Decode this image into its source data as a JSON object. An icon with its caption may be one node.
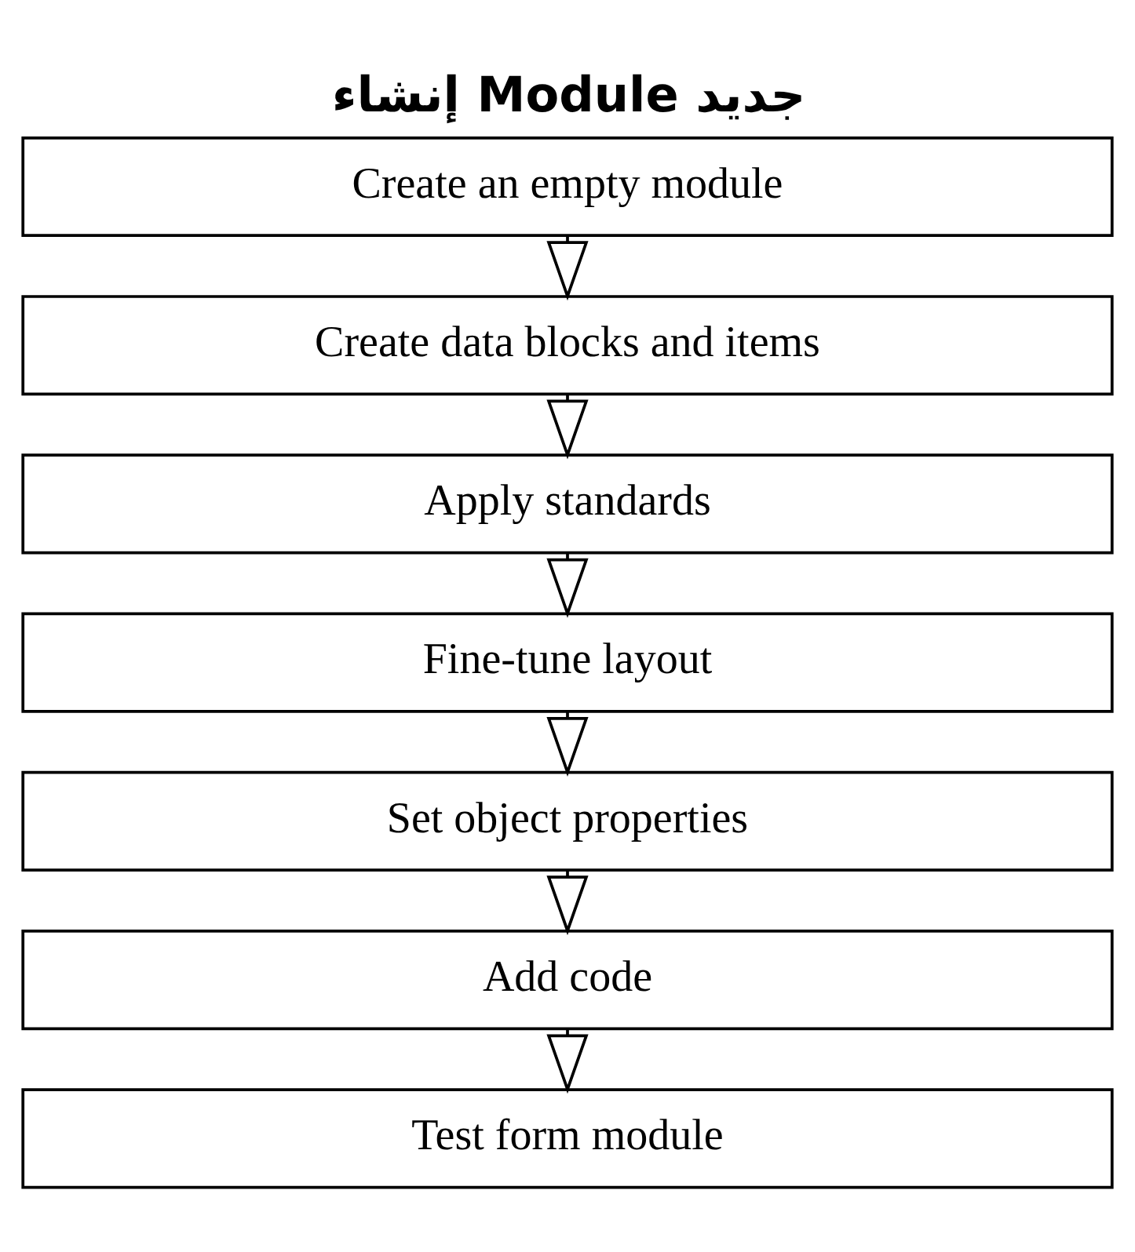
{
  "diagram": {
    "title": "إنشاء Module جديد",
    "nodes": [
      {
        "text": [
          "Create an empty module"
        ]
      },
      {
        "text": [
          "Create data blocks and items"
        ]
      },
      {
        "text": [
          "Apply standards"
        ]
      },
      {
        "text": [
          "Fine-tune layout"
        ]
      },
      {
        "text": [
          "Set object properties"
        ]
      },
      {
        "text": [
          "Add code"
        ]
      },
      {
        "text": [
          "Test form module"
        ]
      }
    ],
    "edges": [
      {
        "from": 0,
        "to": 1,
        "arrow": "to"
      },
      {
        "from": 1,
        "to": 2,
        "arrow": "to"
      },
      {
        "from": 2,
        "to": 3,
        "arrow": "to"
      },
      {
        "from": 3,
        "to": 4,
        "arrow": "to"
      },
      {
        "from": 4,
        "to": 5,
        "arrow": "to"
      },
      {
        "from": 5,
        "to": 6,
        "arrow": "to"
      }
    ]
  }
}
